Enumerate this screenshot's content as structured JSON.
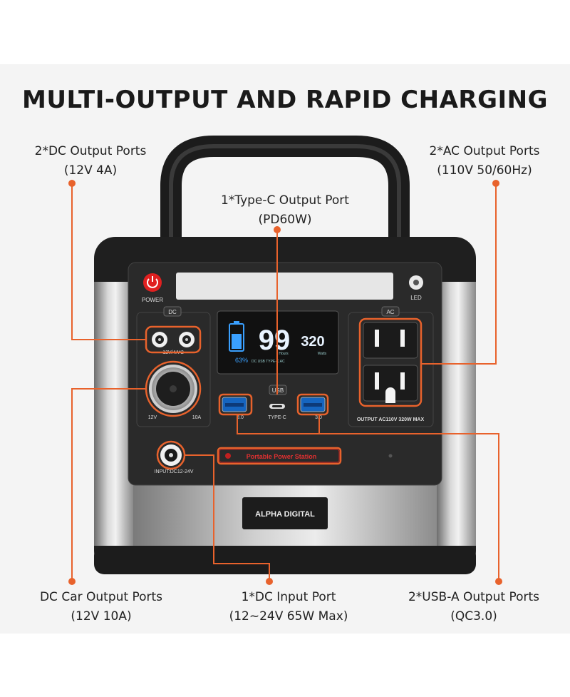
{
  "title": "MULTI-OUTPUT AND RAPID CHARGING",
  "callouts": {
    "dc_output": {
      "line1": "2*DC Output Ports",
      "line2": "(12V 4A)"
    },
    "ac_output": {
      "line1": "2*AC Output Ports",
      "line2": "(110V 50/60Hz)"
    },
    "typec_output": {
      "line1": "1*Type-C Output Port",
      "line2": "(PD60W)"
    },
    "dc_car_output": {
      "line1": "DC Car Output Ports",
      "line2": "(12V 10A)"
    },
    "dc_input": {
      "line1": "1*DC Input Port",
      "line2": "(12~24V 65W Max)"
    },
    "usba_output": {
      "line1": "2*USB-A Output Ports",
      "line2": "(QC3.0)"
    }
  },
  "device": {
    "power_label": "POWER",
    "led_label": "LED",
    "dc_badge": "DC",
    "ac_badge": "AC",
    "usb_badge": "USB",
    "dc_port_rating": "12V/4A*2",
    "car_left": "12V",
    "car_right": "10A",
    "typec_label": "TYPE-C",
    "usb_left_label": "3.0",
    "usb_right_label": "3.0",
    "ac_rating": "OUTPUT AC110V 320W MAX",
    "input_label": "INPUT:DC12-24V",
    "portable_label": "Portable Power Station",
    "brand": "ALPHA DIGITAL",
    "screen": {
      "big_value": "99",
      "hours_label": "Hours",
      "watts_value": "320",
      "watts_label": "Watts",
      "percent": "63",
      "percent_unit": "%",
      "status_row": "DC  USB  TYPE-C  AC"
    }
  },
  "colors": {
    "accent": "#e8622c",
    "screen_blue": "#3aa0ff",
    "body": "#2b2b2b"
  }
}
